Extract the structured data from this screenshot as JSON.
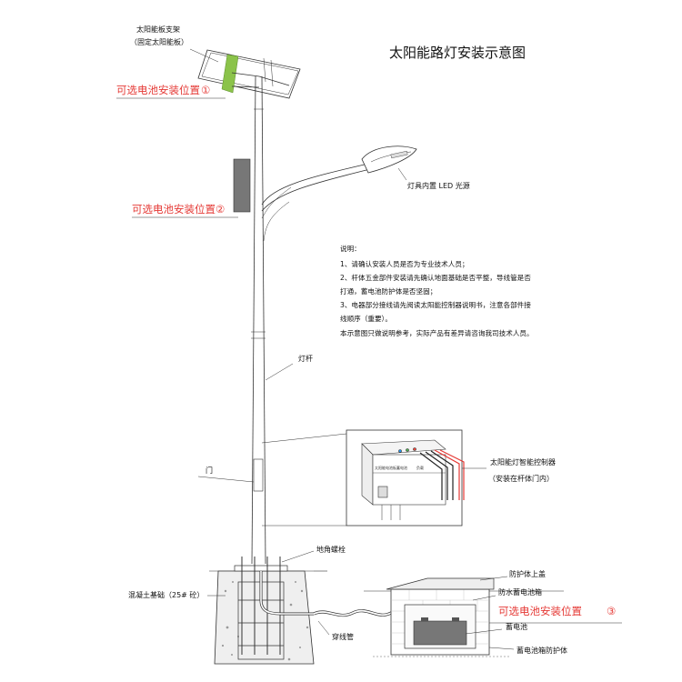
{
  "title": "太阳能路灯安装示意图",
  "labels": {
    "panel_bracket": "太阳能板支架",
    "panel_bracket_sub": "（固定太阳能板）",
    "led": "灯具内置 LED 光源",
    "pole": "灯杆",
    "door": "门",
    "controller": "太阳能灯智能控制器",
    "controller_sub": "（安装在杆体门内）",
    "anchor_bolt": "地角螺栓",
    "foundation": "混凝土基础（25# 砼）",
    "conduit": "穿线管",
    "cover": "防护体上盖",
    "battery_box": "防水蓄电池箱",
    "battery": "蓄电池",
    "battery_protect": "蓄电池箱防护体"
  },
  "battery_options": [
    {
      "text": "可选电池安装位置",
      "num": "①"
    },
    {
      "text": "可选电池安装位置",
      "num": "②"
    },
    {
      "text": "可选电池安装位置",
      "num": "③"
    }
  ],
  "notes": {
    "heading": "说明：",
    "lines": [
      "1、请确认安装人员是否为专业技术人员；",
      "2、杆体五金部件安装请先确认地面基础是否平整，导线管是否",
      "打通，蓄电池防护体是否坚固；",
      "3、电器部分接线请先阅读太阳能控制器说明书，注意各部件接",
      "线顺序（重要）。",
      "本示意图只做说明参考，实际产品有差异请咨询我司技术人员。"
    ]
  },
  "colors": {
    "line": "#333333",
    "red": "#e53935",
    "panel_green": "#8bc34a",
    "battery_gray": "#777777"
  }
}
